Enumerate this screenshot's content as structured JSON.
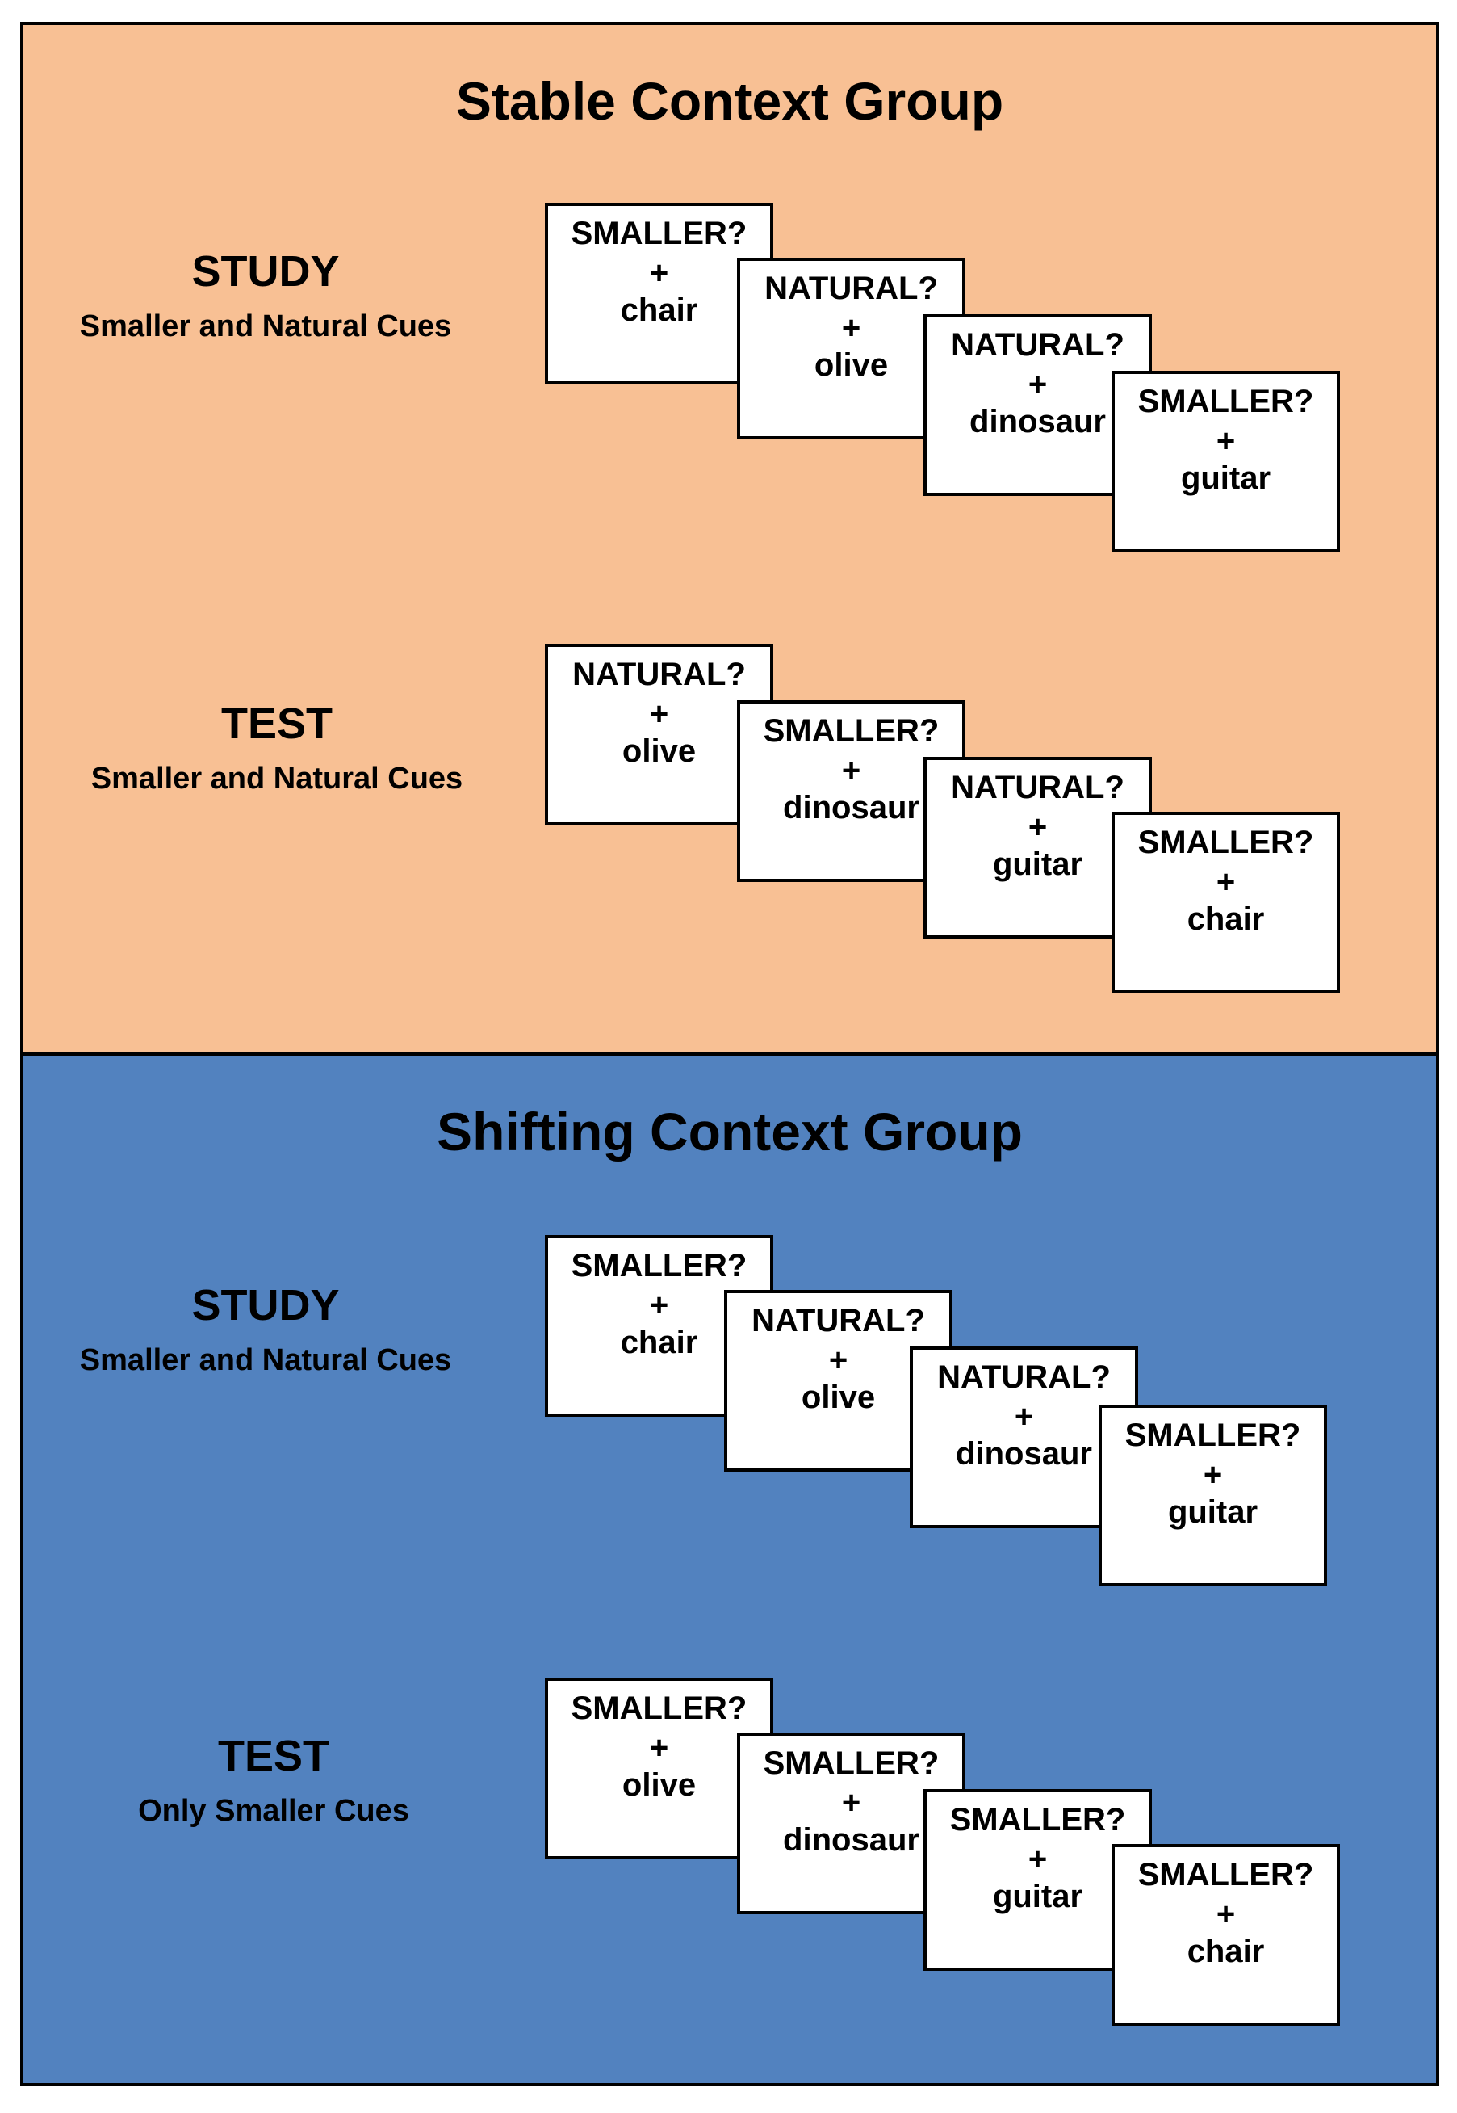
{
  "colors": {
    "stable_bg": "#f8c094",
    "shifting_bg": "#5282bf",
    "card_bg": "#ffffff",
    "border": "#000000"
  },
  "groups": [
    {
      "title": "Stable Context Group",
      "phases": [
        {
          "label": "STUDY",
          "subtitle": "Smaller and Natural Cues",
          "cards": [
            {
              "cue": "SMALLER?",
              "plus": "+",
              "word": "chair"
            },
            {
              "cue": "NATURAL?",
              "plus": "+",
              "word": "olive"
            },
            {
              "cue": "NATURAL?",
              "plus": "+",
              "word": "dinosaur"
            },
            {
              "cue": "SMALLER?",
              "plus": "+",
              "word": "guitar"
            }
          ]
        },
        {
          "label": "TEST",
          "subtitle": "Smaller and Natural Cues",
          "cards": [
            {
              "cue": "NATURAL?",
              "plus": "+",
              "word": "olive"
            },
            {
              "cue": "SMALLER?",
              "plus": "+",
              "word": "dinosaur"
            },
            {
              "cue": "NATURAL?",
              "plus": "+",
              "word": "guitar"
            },
            {
              "cue": "SMALLER?",
              "plus": "+",
              "word": "chair"
            }
          ]
        }
      ]
    },
    {
      "title": "Shifting Context Group",
      "phases": [
        {
          "label": "STUDY",
          "subtitle": "Smaller and Natural Cues",
          "cards": [
            {
              "cue": "SMALLER?",
              "plus": "+",
              "word": "chair"
            },
            {
              "cue": "NATURAL?",
              "plus": "+",
              "word": "olive"
            },
            {
              "cue": "NATURAL?",
              "plus": "+",
              "word": "dinosaur"
            },
            {
              "cue": "SMALLER?",
              "plus": "+",
              "word": "guitar"
            }
          ]
        },
        {
          "label": "TEST",
          "subtitle": "Only Smaller Cues",
          "cards": [
            {
              "cue": "SMALLER?",
              "plus": "+",
              "word": "olive"
            },
            {
              "cue": "SMALLER?",
              "plus": "+",
              "word": "dinosaur"
            },
            {
              "cue": "SMALLER?",
              "plus": "+",
              "word": "guitar"
            },
            {
              "cue": "SMALLER?",
              "plus": "+",
              "word": "chair"
            }
          ]
        }
      ]
    }
  ]
}
